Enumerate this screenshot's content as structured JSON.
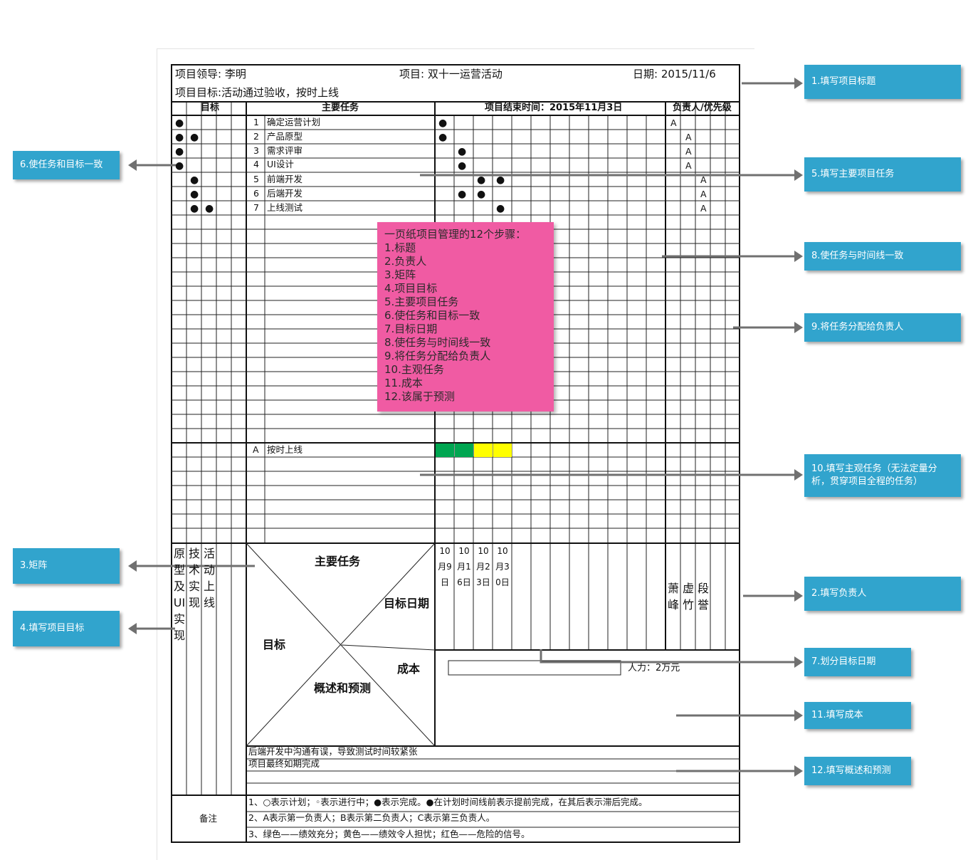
{
  "header": {
    "leader": "项目领导: 李明",
    "project": "项目: 双十一运营活动",
    "date": "日期: 2015/11/6",
    "goal": "项目目标:活动通过验收，按时上线"
  },
  "columns": {
    "goal": "目标",
    "tasks": "主要任务",
    "timeline": "项目结束时间：2015年11月3日",
    "owner": "负责人/优先级"
  },
  "tasks": [
    {
      "no": "1",
      "name": "确定运营计划"
    },
    {
      "no": "2",
      "name": "产品原型"
    },
    {
      "no": "3",
      "name": "需求评审"
    },
    {
      "no": "4",
      "name": "UI设计"
    },
    {
      "no": "5",
      "name": "前端开发"
    },
    {
      "no": "6",
      "name": "后端开发"
    },
    {
      "no": "7",
      "name": "上线测试"
    }
  ],
  "marks": {
    "dot": "●",
    "owner_a": "A"
  },
  "subjective": {
    "letter": "A",
    "name": "按时上线"
  },
  "status_colors": {
    "green": "#00a651",
    "yellow": "#ffff00"
  },
  "objectives": [
    "原型及UI实现",
    "技术实现",
    "活动上线"
  ],
  "diagonal": {
    "tasks": "主要任务",
    "target_date": "目标日期",
    "goal": "目标",
    "cost": "成本",
    "summary": "概述和预测"
  },
  "dates": [
    "10月9日",
    "10月16日",
    "10月23日",
    "10月30日"
  ],
  "owners": [
    "萧峰",
    "虚竹",
    "段誉"
  ],
  "cost_text": "人力：2万元",
  "summary_lines": [
    "后端开发中沟通有误，导致测试时间较紧张",
    "项目最终如期完成"
  ],
  "remarks": {
    "label": "备注",
    "lines": [
      "1、○表示计划；◦表示进行中；●表示完成。●在计划时间线前表示提前完成，在其后表示滞后完成。",
      "2、A表示第一负责人；B表示第二负责人；C表示第三负责人。",
      "3、绿色——绩效充分；黄色——绩效令人担忧；红色——危险的信号。"
    ]
  },
  "sticky": {
    "title": "一页纸项目管理的12个步骤：",
    "items": [
      "1.标题",
      "2.负责人",
      "3.矩阵",
      "4.项目目标",
      "5.主要项目任务",
      "6.使任务和目标一致",
      "7.目标日期",
      "8.使任务与时间线一致",
      "9.将任务分配给负责人",
      "10.主观任务",
      "11.成本",
      "12.该属于预测"
    ]
  },
  "callouts": {
    "c1": "1.填写项目标题",
    "c5": "5.填写主要项目任务",
    "c8": "8.使任务与时间线一致",
    "c9": "9.将任务分配给负责人",
    "c10": "10.填写主观任务（无法定量分析，贯穿项目全程的任务）",
    "c2": "2.填写负责人",
    "c7": "7.划分目标日期",
    "c11": "11.填写成本",
    "c12": "12.填写概述和预测",
    "c6": "6.使任务和目标一致",
    "c3": "3.矩阵",
    "c4": "4.填写项目目标"
  },
  "callout_color": "#31a4cd",
  "sticky_color": "#f05ba3"
}
